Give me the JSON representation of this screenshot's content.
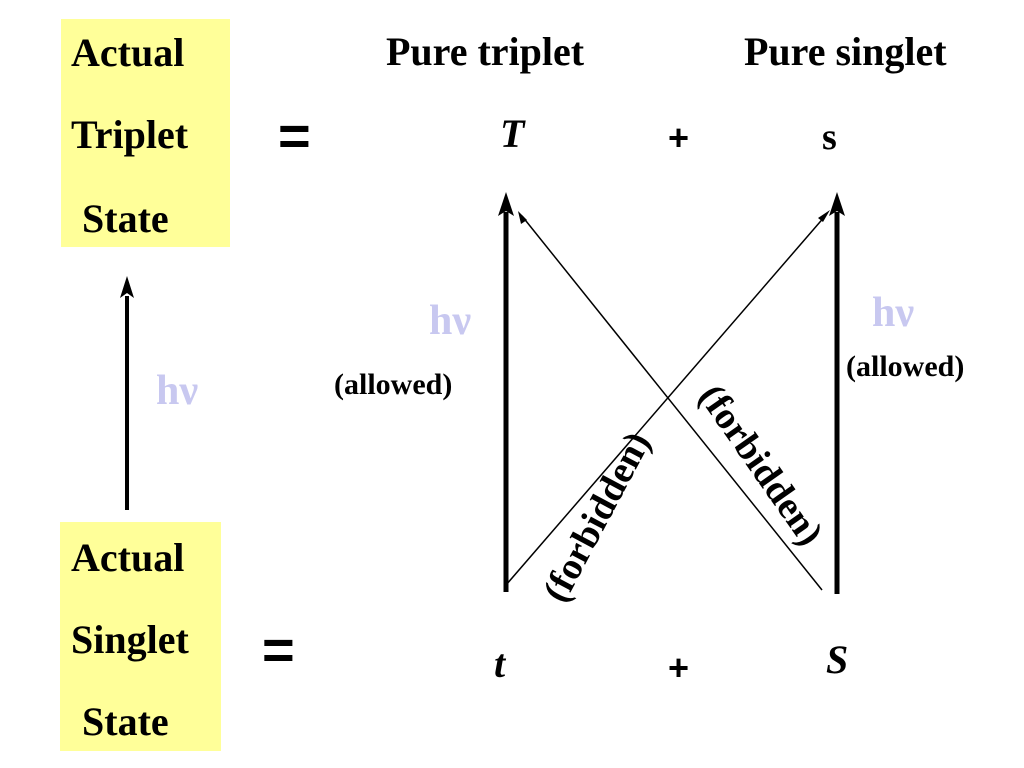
{
  "triplet_box": {
    "lines": [
      "Actual",
      "Triplet",
      "State"
    ],
    "fill": "#ffff99"
  },
  "singlet_box": {
    "lines": [
      "Actual",
      "Singlet",
      "State"
    ],
    "fill": "#ffff99"
  },
  "headers": {
    "pure_triplet": "Pure triplet",
    "pure_singlet": "Pure singlet"
  },
  "equals": "=",
  "plus": "+",
  "upper_states": {
    "triplet": "T",
    "singlet": "s"
  },
  "lower_states": {
    "triplet": "t",
    "singlet": "S"
  },
  "photon": {
    "symbol": "hν",
    "color": "#c8c8f0"
  },
  "labels": {
    "allowed": "(allowed)",
    "forbidden": "(forbidden)"
  }
}
